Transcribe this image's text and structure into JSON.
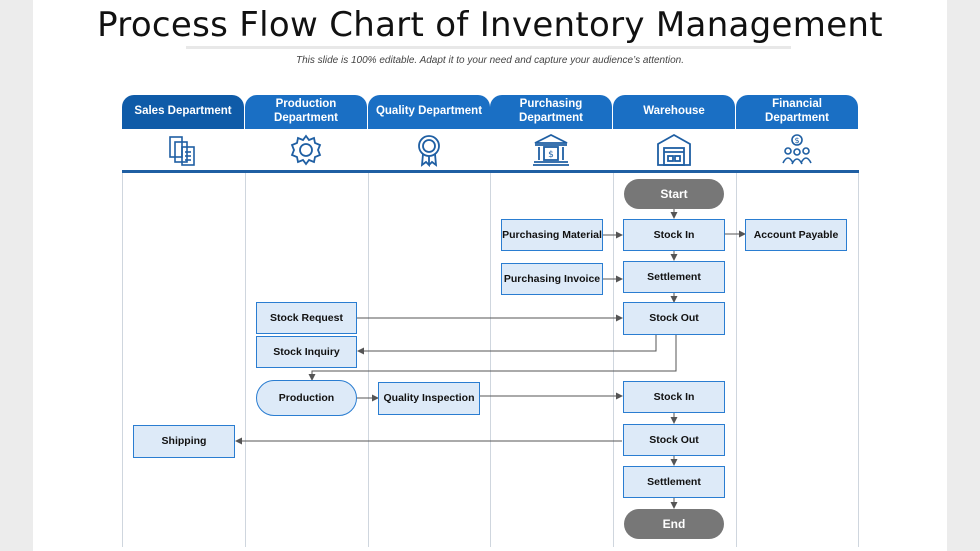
{
  "title": "Process Flow Chart of Inventory Management",
  "subtitle": "This slide is 100% editable. Adapt it to your need and capture your audience’s attention.",
  "departments": [
    {
      "label": "Sales Department",
      "icon": "document-stack-icon"
    },
    {
      "label": "Production Department",
      "icon": "gear-icon"
    },
    {
      "label": "Quality Department",
      "icon": "award-badge-icon"
    },
    {
      "label": "Purchasing Department",
      "icon": "bank-icon"
    },
    {
      "label": "Warehouse",
      "icon": "warehouse-icon"
    },
    {
      "label": "Financial Department",
      "icon": "money-team-icon"
    }
  ],
  "nodes": {
    "start": "Start",
    "purchasing_material": "Purchasing Material",
    "stock_in_1": "Stock In",
    "account_payable": "Account Payable",
    "purchasing_invoice": "Purchasing Invoice",
    "settlement_1": "Settlement",
    "stock_request": "Stock Request",
    "stock_out_1": "Stock Out",
    "stock_inquiry": "Stock Inquiry",
    "production": "Production",
    "quality_inspection": "Quality Inspection",
    "stock_in_2": "Stock In",
    "shipping": "Shipping",
    "stock_out_2": "Stock Out",
    "settlement_2": "Settlement",
    "end": "End"
  },
  "colors": {
    "tab": "#1a6fc4",
    "box_fill": "#ddeaf8",
    "box_border": "#2a7dd1",
    "terminal": "#777777",
    "arrow": "#555555"
  }
}
